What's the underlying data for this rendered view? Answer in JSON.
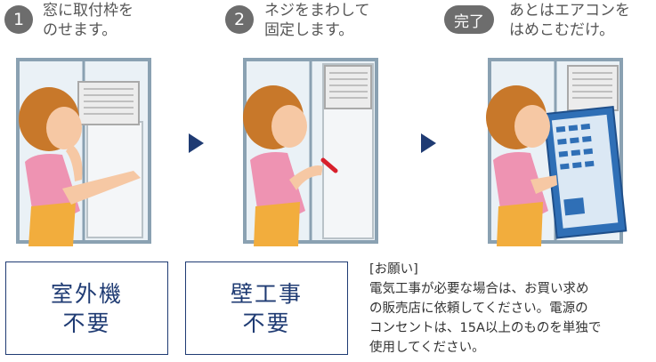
{
  "steps": [
    {
      "badge": "1",
      "line1": "窓に取付枠を",
      "line2": "のせます。"
    },
    {
      "badge": "2",
      "line1": "ネジをまわして",
      "line2": "固定します。"
    },
    {
      "badge": "完了",
      "line1": "あとはエアコンを",
      "line2": "はめこむだけ。"
    }
  ],
  "boxes": [
    {
      "line1": "室外機",
      "line2": "不要"
    },
    {
      "line1": "壁工事",
      "line2": "不要"
    }
  ],
  "note": {
    "heading": "[お願い]",
    "lines": [
      "電気工事が必要な場合は、お買い求め",
      "の販売店に依頼してください。電源の",
      "コンセントは、15A以上のものを単独で",
      "使用してください。"
    ]
  },
  "colors": {
    "accent": "#1f3b73",
    "badge": "#6d6d6d",
    "skin": "#f6c8a4",
    "hair": "#c8782a",
    "shirt": "#ee93b2",
    "apron": "#f2ad3d"
  }
}
